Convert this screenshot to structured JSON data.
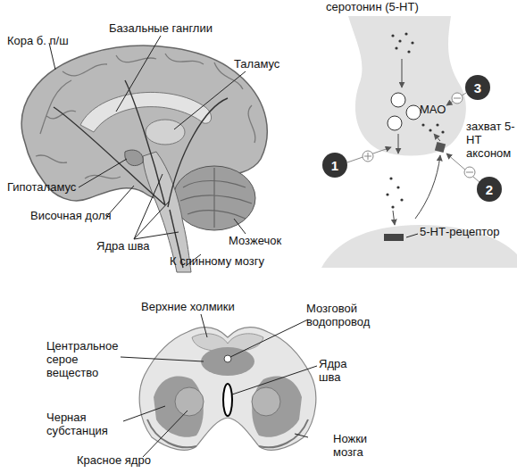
{
  "diagram": {
    "nodes": [
      {
        "text": [
          "1"
        ]
      },
      {
        "text": [
          "2"
        ]
      },
      {
        "text": [
          "3"
        ]
      }
    ],
    "labels": [
      "Кора б. п/ш",
      "Базальные ганглии",
      "Таламус",
      "Гипоталамус",
      "Височная доля",
      "Ядра шва",
      "Мозжечок",
      "К спинному мозгу",
      "серотонин (5-НТ)",
      "МАО",
      "захват 5-НТ аксоном",
      "5-НТ-рецептор",
      "Верхние холмики",
      "Мозговой водопровод",
      "Центральное серое вещество",
      "Ядра шва",
      "Черная субстанция",
      "Ножки мозга",
      "Красное ядро"
    ]
  }
}
